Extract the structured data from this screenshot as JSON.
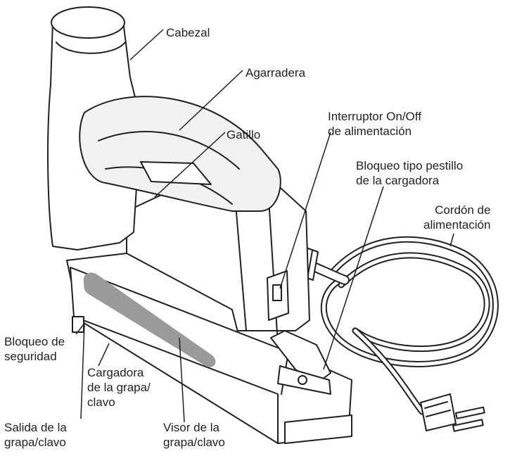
{
  "labels": {
    "cabezal": "Cabezal",
    "agarradera": "Agarradera",
    "gatillo": "Gatillo",
    "interruptor": [
      "Interruptor On/Off",
      "de alimentación"
    ],
    "bloqueo_pestillo": [
      "Bloqueo tipo pestillo",
      "de la cargadora"
    ],
    "cordon": [
      "Cordón de",
      "alimentación"
    ],
    "bloqueo_seguridad": [
      "Bloqueo de",
      "seguridad"
    ],
    "cargadora": [
      "Cargadora",
      "de la grapa/",
      "clavo"
    ],
    "salida": [
      "Salida de la",
      "grapa/clavo"
    ],
    "visor": [
      "Visor de la",
      "grapa/clavo"
    ]
  },
  "colors": {
    "outline": "#231f20",
    "tool_fill": "#ffffff",
    "grip_shade": "#f1f1f1",
    "window_fill": "#9a9a9a"
  }
}
